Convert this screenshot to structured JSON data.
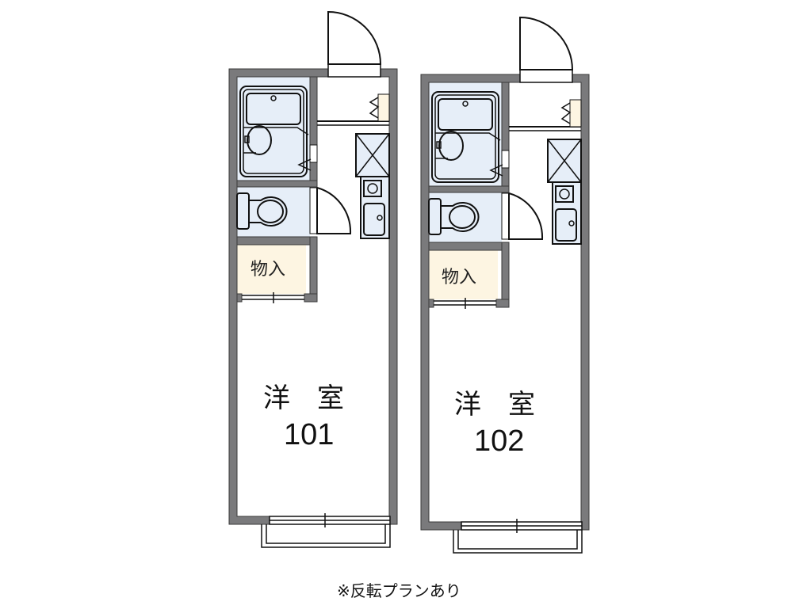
{
  "units": [
    {
      "id": "101",
      "room_type": "洋　室",
      "room_number": "101",
      "closet_label": "物入",
      "fixtures": [
        "bathtub",
        "washbasin",
        "toilet",
        "kitchen-sink",
        "gas-stove",
        "shoe-cabinet",
        "refrigerator-space",
        "entrance-door",
        "balcony"
      ]
    },
    {
      "id": "102",
      "room_type": "洋　室",
      "room_number": "102",
      "closet_label": "物入",
      "fixtures": [
        "bathtub",
        "washbasin",
        "toilet",
        "kitchen-sink",
        "gas-stove",
        "shoe-cabinet",
        "refrigerator-space",
        "entrance-door",
        "balcony"
      ]
    }
  ],
  "note": "※反転プランあり",
  "colors": {
    "wall": "#7a7a7c",
    "wet_area": "#e6eef8",
    "closet": "#fdf5e2",
    "background": "#ffffff"
  }
}
